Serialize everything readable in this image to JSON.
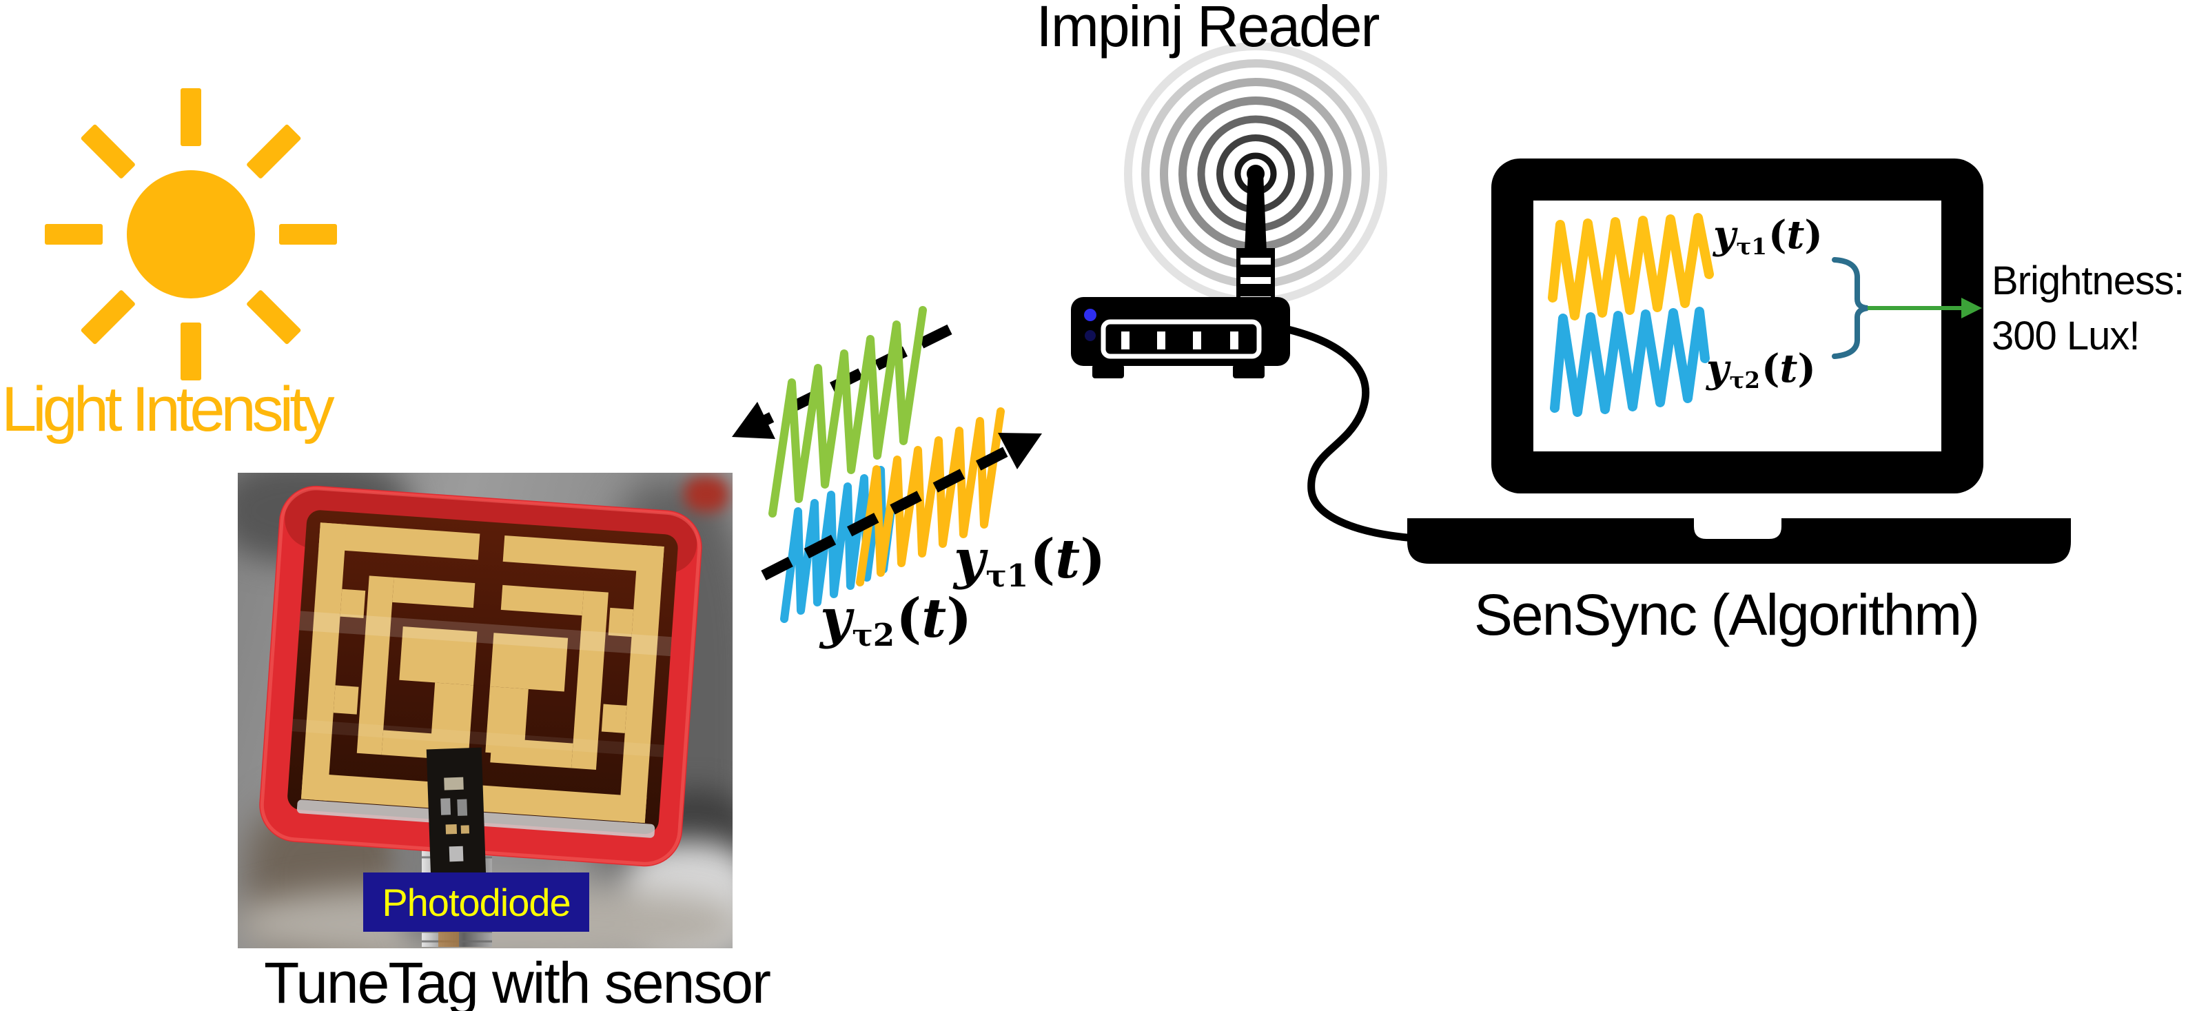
{
  "figure": {
    "sun": {
      "label": "Light Intensity"
    },
    "reader": {
      "title": "Impinj Reader"
    },
    "tag": {
      "caption": "TuneTag with sensor",
      "overlay_label": "Photodiode"
    },
    "laptop": {
      "caption": "SenSync (Algorithm)",
      "output": {
        "line1": "Brightness:",
        "line2": "300 Lux!"
      }
    },
    "signals": {
      "y_tau1": {
        "base": "y",
        "sub": "τ1",
        "lparen": "(",
        "arg": "t",
        "rparen": ")"
      },
      "y_tau2": {
        "base": "y",
        "sub": "τ2",
        "lparen": "(",
        "arg": "t",
        "rparen": ")"
      }
    },
    "icons": {
      "sun": "sun-icon",
      "radio_waves": "concentric-circles-icon",
      "reader_device": "rfid-reader-router-icon",
      "cable": "cable-line",
      "laptop": "laptop-icon",
      "brace": "curly-brace-icon",
      "output_arrow": "green-arrow-icon",
      "signal_arrows": "dashed-arrow-icons",
      "wave_trains": "sine-wave-train-icons"
    },
    "colors": {
      "accent_orange": "#FFB70B",
      "wave_green": "#8DC63F",
      "wave_yellow": "#FEB913",
      "wave_blue": "#29ABE2",
      "screen_wave_yellow": "#FFC115",
      "brace_teal": "#2B6E8C",
      "arrow_green": "#3CA339",
      "tag_red": "#E02B30",
      "antenna_gold": "#E3BC6B",
      "photodiode_bg": "#1A1590",
      "photodiode_text": "#FFFF00",
      "device_black": "#000000"
    }
  }
}
